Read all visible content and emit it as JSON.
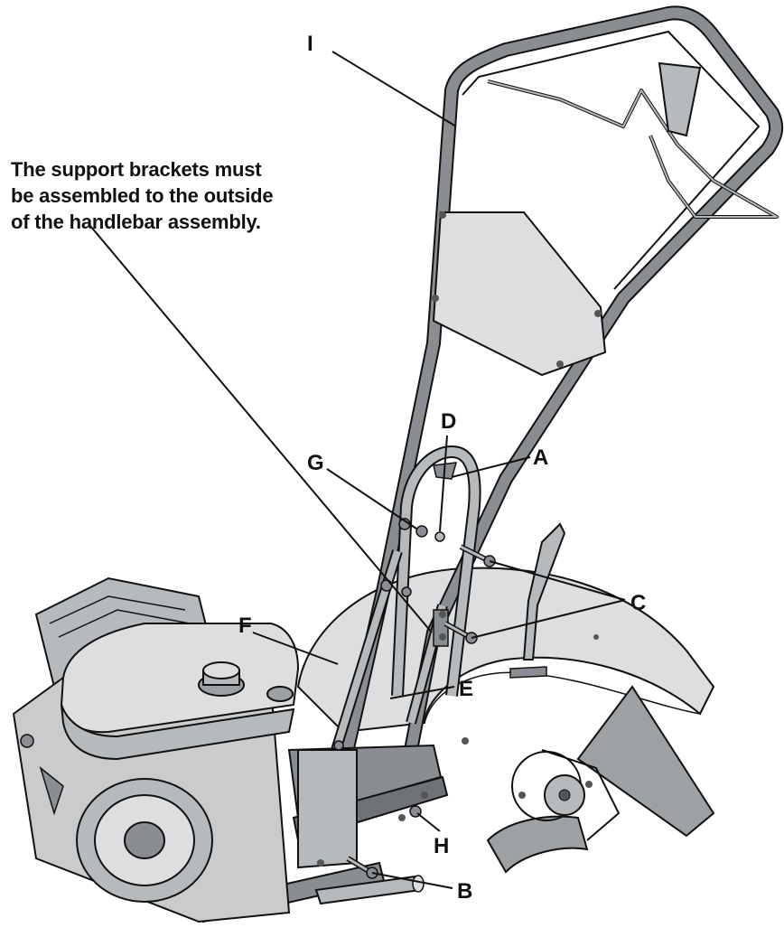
{
  "note": {
    "lines": [
      "The support brackets must",
      "be assembled to the outside",
      "of the handlebar assembly."
    ]
  },
  "callouts": {
    "A": "A",
    "B": "B",
    "C": "C",
    "D": "D",
    "E": "E",
    "F": "F",
    "G": "G",
    "H": "H",
    "I": "I"
  },
  "colors": {
    "line": "#111111",
    "metal_dark": "#8a8d91",
    "metal_mid": "#b7babd",
    "metal_light": "#dcdee0",
    "engine": "#c9cbcd",
    "tine": "#9ea1a4"
  }
}
